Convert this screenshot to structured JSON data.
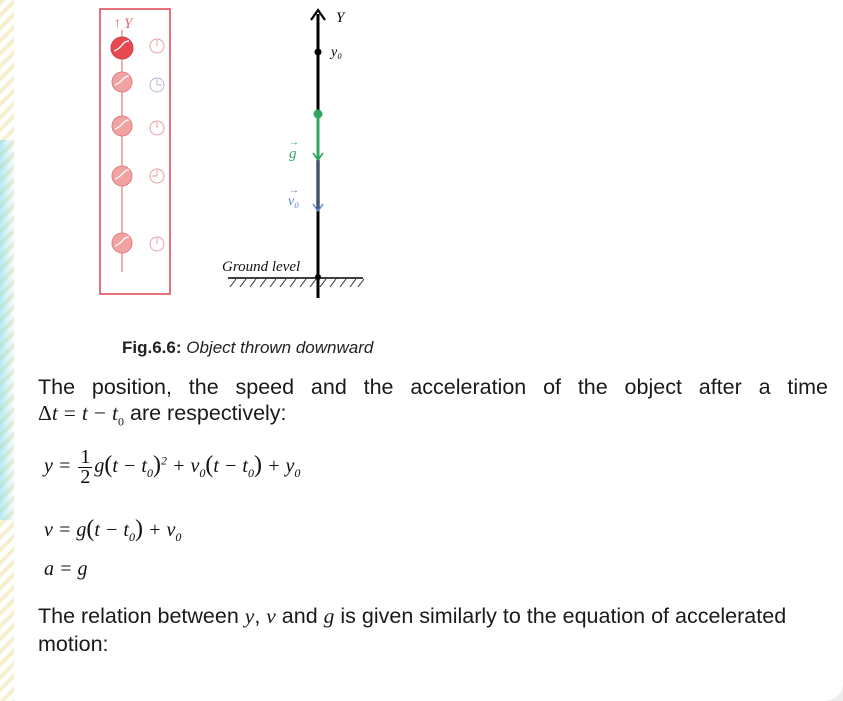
{
  "figure": {
    "left_axis_label": "Y",
    "right_axis_label": "Y",
    "y0_label": "y₀",
    "g_vector_label": "g",
    "v0_vector_label": "v₀",
    "ground_label": "Ground level",
    "colors": {
      "box_border": "#e0404f",
      "ball_fill": "#f2a2a2",
      "ball_dark": "#e8484f",
      "trajectory": "#e5959a",
      "green": "#2fa660",
      "blue": "#5a80c8"
    },
    "icons": [
      "ball-icon",
      "clock-icon",
      "vector-arrow-icon"
    ]
  },
  "caption": {
    "label": "Fig.6.6:",
    "title": "Object thrown downward"
  },
  "paragraph1": {
    "line1": "The position, the speed and the acceleration of the object after a time",
    "delta": "Δ",
    "t": "t",
    "equals": "=",
    "minus": "−",
    "t0_base": "t",
    "t0_sub": "0",
    "after_formula": "are respectively:"
  },
  "equations": {
    "eq1": {
      "lhs": "y =",
      "frac_num": "1",
      "frac_den": "2",
      "g": "g",
      "paren_open": "(",
      "t": "t − t",
      "sub0": "0",
      "paren_close": ")",
      "sup2": "2",
      "plus_v": " + v",
      "v_sub": "0",
      "paren2_open": "(",
      "t2": "t − t",
      "t2_sub": "0",
      "paren2_close": ")",
      "plus_y": " + y",
      "y_sub": "0"
    },
    "eq2": {
      "lhs": "v = g",
      "paren_open": "(",
      "t": "t − t",
      "sub0": "0",
      "paren_close": ")",
      "plus_v": " + v",
      "v_sub": "0"
    },
    "eq3": {
      "text": "a = g"
    }
  },
  "paragraph2": {
    "part1": "The relation between ",
    "y": "y",
    "comma": ", ",
    "v": "v",
    "and": " and ",
    "g": "g",
    "part2": " is given similarly to the equation of accelerated",
    "line2": "motion:"
  }
}
